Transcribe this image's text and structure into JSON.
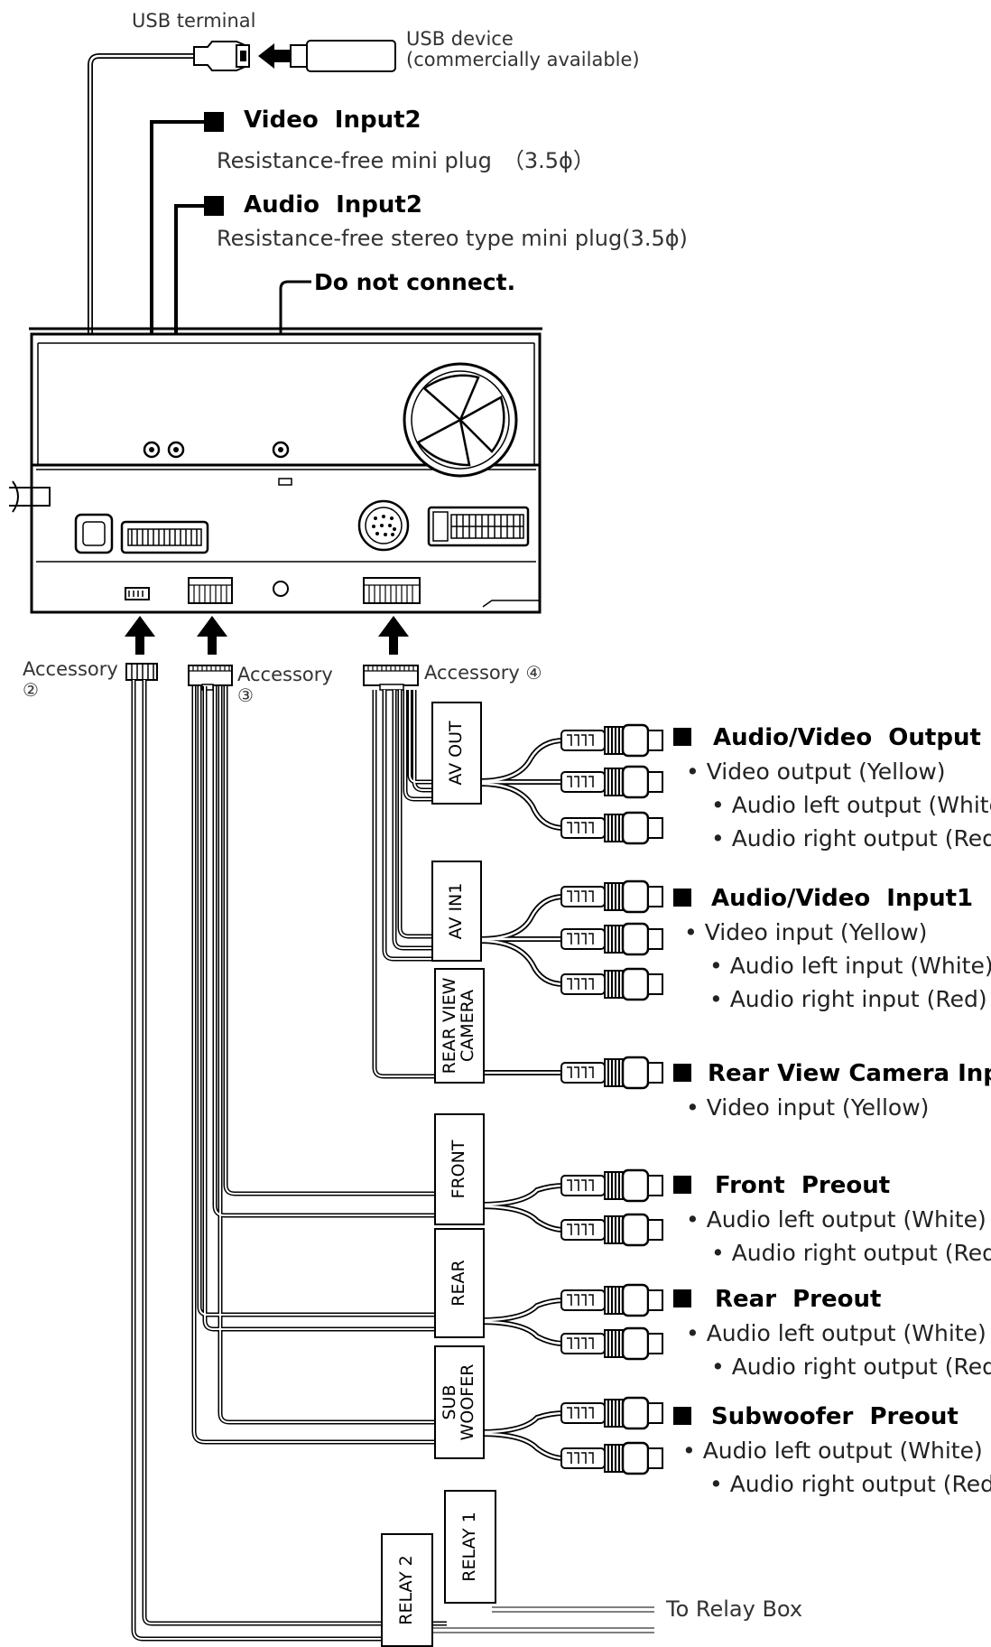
{
  "usb": {
    "terminal": "USB terminal",
    "device_line1": "USB device",
    "device_line2": "(commercially available)"
  },
  "video_input2": {
    "title": "Video  Input2",
    "desc": "Resistance-free mini plug　（3.5ϕ）"
  },
  "audio_input2": {
    "title": "Audio  Input2",
    "desc": "Resistance-free stereo type mini plug(3.5ϕ)"
  },
  "do_not_connect": "Do not connect.",
  "accessories": {
    "a2_label": "Accessory",
    "a2_num": "②",
    "a3_label": "Accessory",
    "a3_num": "③",
    "a4_label": "Accessory",
    "a4_num": "④"
  },
  "boxes": {
    "av_out": "AV OUT",
    "av_in1": "AV IN1",
    "rear_cam_l1": "REAR VIEW",
    "rear_cam_l2": "CAMERA",
    "front": "FRONT",
    "rear": "REAR",
    "sub_l1": "SUB",
    "sub_l2": "WOOFER",
    "relay1": "RELAY 1",
    "relay2": "RELAY 2"
  },
  "av_output": {
    "title": "Audio/Video  Output",
    "items": [
      "• Video output (Yellow)",
      "• Audio left output (White)",
      "• Audio right output (Red)"
    ]
  },
  "av_input1": {
    "title": "Audio/Video  Input1",
    "items": [
      "• Video input (Yellow)",
      "• Audio left input (White)",
      "• Audio right input (Red)"
    ]
  },
  "rear_camera": {
    "title": "Rear View Camera Input",
    "items": [
      "• Video input (Yellow)"
    ]
  },
  "front_preout": {
    "title": "Front  Preout",
    "items": [
      "• Audio left output (White)",
      "• Audio right output (Red)"
    ]
  },
  "rear_preout": {
    "title": "Rear  Preout",
    "items": [
      "• Audio left output (White)",
      "• Audio right output (Red)"
    ]
  },
  "sub_preout": {
    "title": "Subwoofer  Preout",
    "items": [
      "• Audio left output (White)",
      "• Audio right output (Red)"
    ]
  },
  "relay_box": "To Relay Box",
  "colors": {
    "line": "#000000",
    "wire": "#555555",
    "fill": "#ffffff"
  }
}
